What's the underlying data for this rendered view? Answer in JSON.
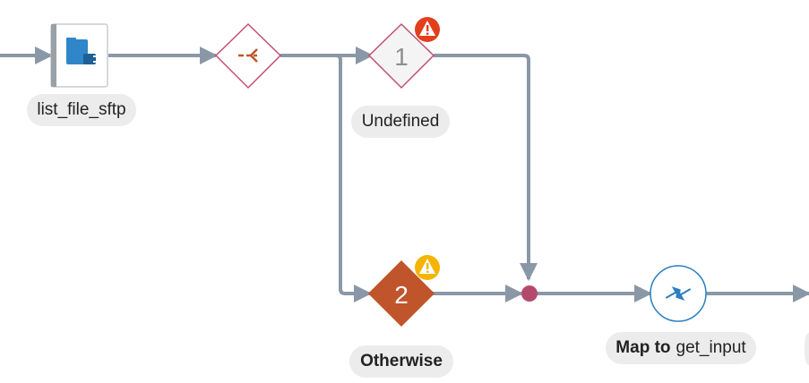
{
  "flow": {
    "adapter": {
      "label": "list_file_sftp",
      "icon": "ftp-adapter-icon"
    },
    "switch": {
      "icon": "switch-router-icon"
    },
    "route1": {
      "number": "1",
      "label": "Undefined",
      "badge": "error-warning-icon"
    },
    "route2": {
      "number": "2",
      "label": "Otherwise",
      "badge": "caution-warning-icon"
    },
    "map": {
      "label_bold": "Map to",
      "label_rest": "get_input",
      "icon": "map-arrows-icon"
    }
  },
  "colors": {
    "connector": "#8a97a6",
    "diamond_border": "#c0506e",
    "otherwise_fill": "#c0542a",
    "join_dot": "#b34a6e",
    "map_icon": "#2a7fc0",
    "error_badge": "#e2401c",
    "caution_badge": "#f4b400"
  }
}
